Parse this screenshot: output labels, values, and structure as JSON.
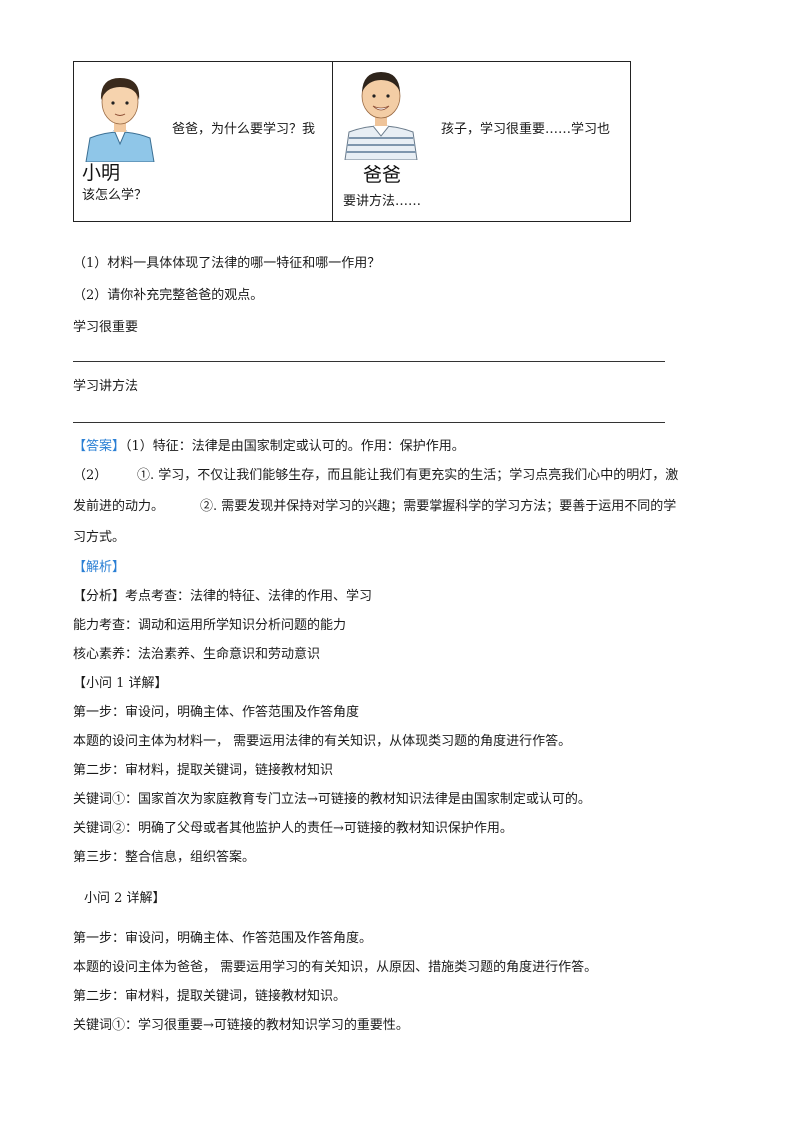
{
  "dialogue": {
    "left": {
      "name": "小明",
      "speech_line1": "爸爸，为什么要学习？我",
      "speech_line2": "该怎么学？"
    },
    "right": {
      "name": "爸爸",
      "speech_line1": "孩子，学习很重要……学习也",
      "speech_line2": "要讲方法……"
    }
  },
  "questions": {
    "q1": "（1）材料一具体体现了法律的哪一特征和哪一作用？",
    "q2": "（2）请你补充完整爸爸的观点。",
    "blank1_label": "学习很重要",
    "blank2_label": "学习讲方法"
  },
  "answer": {
    "tag": "【答案】",
    "line1": "（1）特征：法律是由国家制定或认可的。作用：保护作用。",
    "line2_prefix": "（2）",
    "line2_text": "①. 学习，不仅让我们能够生存，而且能让我们有更充实的生活；学习点亮我们心中的明灯，激",
    "line3": "发前进的动力。",
    "line3b": "②. 需要发现并保持对学习的兴趣；需要掌握科学的学习方法；要善于运用不同的学",
    "line4": "习方式。"
  },
  "analysis": {
    "tag": "【解析】",
    "fenxi": "【分析】考点考查：法律的特征、法律的作用、学习",
    "nengli": "能力考查：调动和运用所学知识分析问题的能力",
    "suyang": "核心素养：法治素养、生命意识和劳动意识",
    "sub1_title": "【小问 1 详解】",
    "sub1_step1": "第一步：审设问，明确主体、作答范围及作答角度",
    "sub1_step1_detail": "本题的设问主体为材料一，  需要运用法律的有关知识，从体现类习题的角度进行作答。",
    "sub1_step2": "第二步：审材料，提取关键词，链接教材知识",
    "sub1_kw1": "关键词①：国家首次为家庭教育专门立法→可链接的教材知识法律是由国家制定或认可的。",
    "sub1_kw2": "关键词②：明确了父母或者其他监护人的责任→可链接的教材知识保护作用。",
    "sub1_step3": "第三步：整合信息，组织答案。",
    "sub2_title": "小问 2 详解】",
    "sub2_step1": "第一步：审设问，明确主体、作答范围及作答角度。",
    "sub2_step1_detail": "本题的设问主体为爸爸，  需要运用学习的有关知识，从原因、措施类习题的角度进行作答。",
    "sub2_step2": "第二步：审材料，提取关键词，链接教材知识。",
    "sub2_kw1": "关键词①：学习很重要→可链接的教材知识学习的重要性。"
  }
}
